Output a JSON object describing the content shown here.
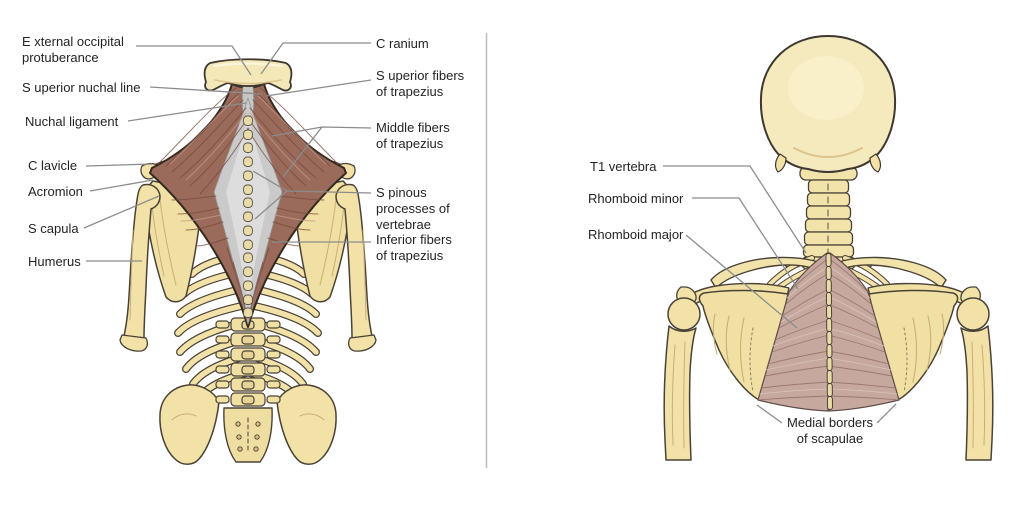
{
  "palette": {
    "background": "#ffffff",
    "divider": "#bdbdbd",
    "leader_line": "#8c8c8c",
    "label_text": "#242424",
    "bone": "#f2e2a8",
    "bone_light": "#f8efc9",
    "bone_shade": "#d9bf85",
    "bone_outline": "#4a4236",
    "trapezius_muscle": "#9a6a5b",
    "trapezius_dark_fiber": "#77493d",
    "trapezius_light_fiber": "#c49c8b",
    "aponeurosis_gray": "#cacaca",
    "rhomboid_muscle": "#c6a89f",
    "rhomboid_dark_fiber": "#8e6f66",
    "rhomboid_light_fiber": "#dcc8c0"
  },
  "left_figure": {
    "labels": [
      {
        "id": "external-occipital-protuberance",
        "lines": [
          "E xternal occipital",
          "protuberance"
        ]
      },
      {
        "id": "superior-nuchal-line",
        "lines": [
          "S uperior nuchal line"
        ]
      },
      {
        "id": "nuchal-ligament",
        "lines": [
          "Nuchal ligament"
        ]
      },
      {
        "id": "clavicle",
        "lines": [
          "C lavicle"
        ]
      },
      {
        "id": "acromion",
        "lines": [
          "Acromion"
        ]
      },
      {
        "id": "scapula",
        "lines": [
          "S capula"
        ]
      },
      {
        "id": "humerus",
        "lines": [
          "Humerus"
        ]
      },
      {
        "id": "cranium",
        "lines": [
          "C ranium"
        ]
      },
      {
        "id": "superior-fibers-of-trapezius",
        "lines": [
          "S uperior fibers",
          "of trapezius"
        ]
      },
      {
        "id": "middle-fibers-of-trapezius",
        "lines": [
          "Middle fibers",
          "of trapezius"
        ]
      },
      {
        "id": "spinous-processes-of-vertebrae",
        "lines": [
          "S pinous",
          "processes of",
          "vertebrae"
        ]
      },
      {
        "id": "inferior-fibers-of-trapezius",
        "lines": [
          "Inferior fibers",
          "of trapezius"
        ]
      }
    ]
  },
  "right_figure": {
    "labels": [
      {
        "id": "t1-vertebra",
        "lines": [
          "T1 vertebra"
        ]
      },
      {
        "id": "rhomboid-minor",
        "lines": [
          "Rhomboid minor"
        ]
      },
      {
        "id": "rhomboid-major",
        "lines": [
          "Rhomboid major"
        ]
      },
      {
        "id": "medial-borders-of-scapulae",
        "lines": [
          "Medial borders",
          "of scapulae"
        ]
      }
    ]
  }
}
